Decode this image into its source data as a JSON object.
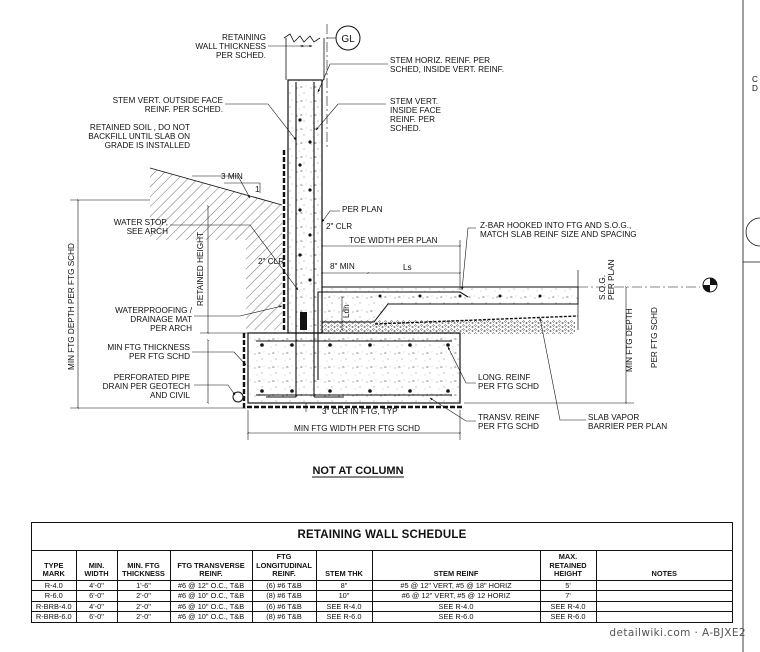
{
  "detail": {
    "gridline_bubble": "GL",
    "labels": {
      "wall_thickness": [
        "RETAINING",
        "WALL THICKNESS",
        "PER SCHED."
      ],
      "stem_horiz": [
        "STEM HORIZ. REINF. PER",
        "SCHED, INSIDE VERT. REINF."
      ],
      "stem_vert_outside": [
        "STEM VERT. OUTSIDE FACE",
        "REINF. PER SCHED."
      ],
      "stem_vert_inside": [
        "STEM VERT.",
        "INSIDE FACE",
        "REINF. PER",
        "SCHED."
      ],
      "retained_soil": [
        "RETAINED SOIL , DO NOT",
        "BACKFILL UNTIL SLAB ON",
        "GRADE IS INSTALLED"
      ],
      "slope": "3 MIN",
      "slope_rise": "1",
      "per_plan": "PER PLAN",
      "water_stop": [
        "WATER STOP,",
        "SEE ARCH"
      ],
      "z_bar": [
        "Z-BAR HOOKED INTO FTG AND S.O.G.,",
        "MATCH SLAB REINF SIZE AND SPACING"
      ],
      "clr_2_top": "2\" CLR",
      "toe_width": "TOE WIDTH PER PLAN",
      "clr_2_side": "2\" CLR",
      "min_8": "8\" MIN",
      "ls": "Ls",
      "ldh": "Ldh",
      "sog": [
        "S.O.G.",
        "PER PLAN"
      ],
      "retained_height": "RETAINED HEIGHT",
      "min_ftg_depth_left": "MIN FTG DEPTH PER FTG SCHD",
      "waterproofing": [
        "WATERPROOFING /",
        "DRAINAGE MAT",
        "PER ARCH"
      ],
      "long_reinf": [
        "LONG. REINF",
        "PER FTG SCHD"
      ],
      "min_ftg_thickness": [
        "MIN FTG THICKNESS",
        "PER FTG SCHD"
      ],
      "min_ftg_depth_right": [
        "MIN FTG DEPTH",
        "PER FTG SCHD"
      ],
      "perforated_pipe": [
        "PERFORATED PIPE",
        "DRAIN PER GEOTECH",
        "AND CIVIL"
      ],
      "clr_3": "3\" CLR IN FTG, TYP",
      "transv_reinf": [
        "TRANSV. REINF",
        "PER FTG SCHD"
      ],
      "vapor_barrier": [
        "SLAB VAPOR",
        "BARRIER PER PLAN"
      ],
      "min_ftg_width": "MIN FTG WIDTH PER FTG SCHD",
      "view_title": "NOT AT COLUMN",
      "edge_fragment": [
        "C",
        "D"
      ]
    }
  },
  "schedule": {
    "title": "RETAINING WALL SCHEDULE",
    "columns": [
      "TYPE MARK",
      "MIN. WIDTH",
      "MIN. FTG THICKNESS",
      "FTG TRANSVERSE REINF.",
      "FTG LONGITUDINAL REINF.",
      "STEM THK",
      "STEM REINF",
      "MAX. RETAINED HEIGHT",
      "NOTES"
    ],
    "rows": [
      [
        "R-4.0",
        "4'-0\"",
        "1'-6\"",
        "#6 @ 12\" O.C., T&B",
        "(6) #6 T&B",
        "8\"",
        "#5 @ 12\" VERT, #5 @ 18\" HORIZ",
        "5'",
        ""
      ],
      [
        "R-6.0",
        "6'-0\"",
        "2'-0\"",
        "#6 @ 10\" O.C., T&B",
        "(8) #6 T&B",
        "10\"",
        "#6 @ 12\" VERT, #5 @ 12 HORIZ",
        "7'",
        ""
      ],
      [
        "R-BRB-4.0",
        "4'-0\"",
        "2'-0\"",
        "#6 @ 10\" O.C., T&B",
        "(6) #6 T&B",
        "SEE R-4.0",
        "SEE R-4.0",
        "SEE R-4.0",
        ""
      ],
      [
        "R-BRB-6.0",
        "6'-0\"",
        "2'-0\"",
        "#6 @ 10\" O.C., T&B",
        "(8) #6 T&B",
        "SEE R-6.0",
        "SEE R-6.0",
        "SEE R-6.0",
        ""
      ]
    ]
  },
  "watermark": "detailwiki.com · A-BJXE2"
}
